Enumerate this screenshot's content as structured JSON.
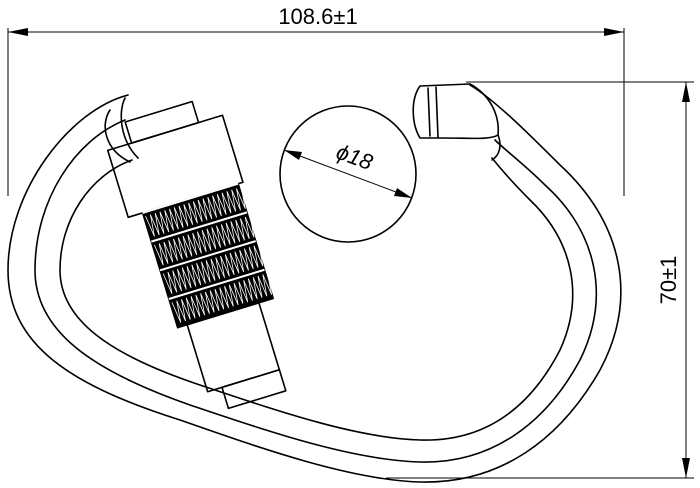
{
  "drawing": {
    "width_dimension": "108.6±1",
    "height_dimension": "70±1",
    "diameter_dimension": "ϕ18",
    "line_color": "#000000",
    "background_color": "#ffffff"
  }
}
